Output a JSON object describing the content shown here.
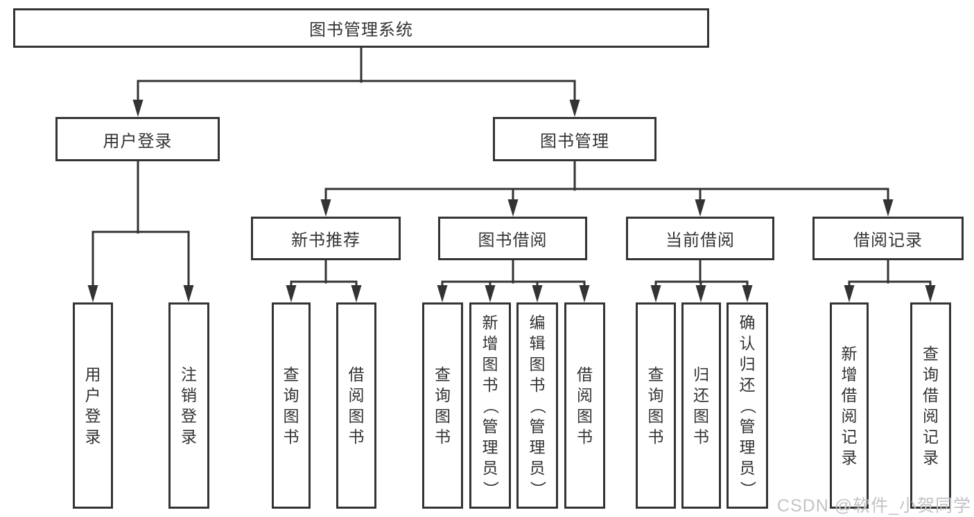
{
  "colors": {
    "line": "#333333",
    "box_background": "#ffffff",
    "text": "#333333",
    "watermark": "#c2c3c7"
  },
  "watermark": "CSDN @软件_小贺同学",
  "tree": {
    "root": "图书管理系统",
    "children": [
      {
        "label": "用户登录",
        "children": [
          {
            "label": "用户登录"
          },
          {
            "label": "注销登录"
          }
        ]
      },
      {
        "label": "图书管理",
        "children": [
          {
            "label": "新书推荐",
            "children": [
              {
                "label": "查询图书"
              },
              {
                "label": "借阅图书"
              }
            ]
          },
          {
            "label": "图书借阅",
            "children": [
              {
                "label": "查询图书"
              },
              {
                "label": "新增图书（管理员）"
              },
              {
                "label": "编辑图书（管理员）"
              },
              {
                "label": "借阅图书"
              }
            ]
          },
          {
            "label": "当前借阅",
            "children": [
              {
                "label": "查询图书"
              },
              {
                "label": "归还图书"
              },
              {
                "label": "确认归还（管理员）"
              }
            ]
          },
          {
            "label": "借阅记录",
            "children": [
              {
                "label": "新增借阅记录"
              },
              {
                "label": "查询借阅记录"
              }
            ]
          }
        ]
      }
    ]
  }
}
